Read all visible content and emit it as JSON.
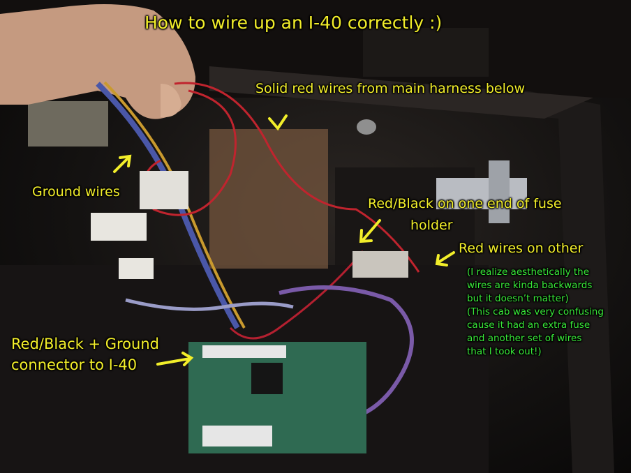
{
  "title": "How to wire up an I-40 correctly :)",
  "captions": {
    "solid_red": "Solid red wires from main harness below",
    "ground": "Ground wires",
    "red_black_line1": "Red/Black on one end of fuse",
    "red_black_line2": "holder",
    "red_other": "Red wires on other",
    "note": "(I realize aesthetically the\nwires are kinda backwards\nbut it doesn’t matter)\n(This cab was very confusing\ncause it had an extra fuse\nand another set of wires\nthat I took out!)",
    "connector": "Red/Black + Ground\nconnector to I-40"
  },
  "colors": {
    "caption_yellow": "#f2ee2a",
    "note_green": "#39e839"
  }
}
